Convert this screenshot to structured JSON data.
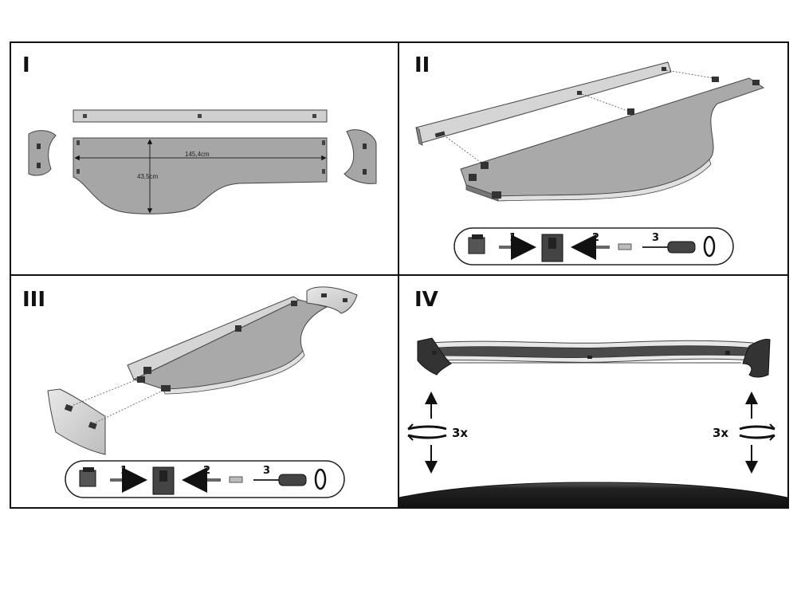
{
  "steps": [
    {
      "label": "I"
    },
    {
      "label": "II"
    },
    {
      "label": "III"
    },
    {
      "label": "IV"
    }
  ],
  "dimensions": {
    "width": "145,4cm",
    "height": "43,5cm"
  },
  "sequence": {
    "n1": "1",
    "n2": "2",
    "n3": "3"
  },
  "repeat": {
    "left": "3x",
    "right": "3x"
  },
  "colors": {
    "panel": "#a9a9a9",
    "panel_light": "#d8d8d8",
    "line": "#333333",
    "roof": "#1a1a1a"
  }
}
